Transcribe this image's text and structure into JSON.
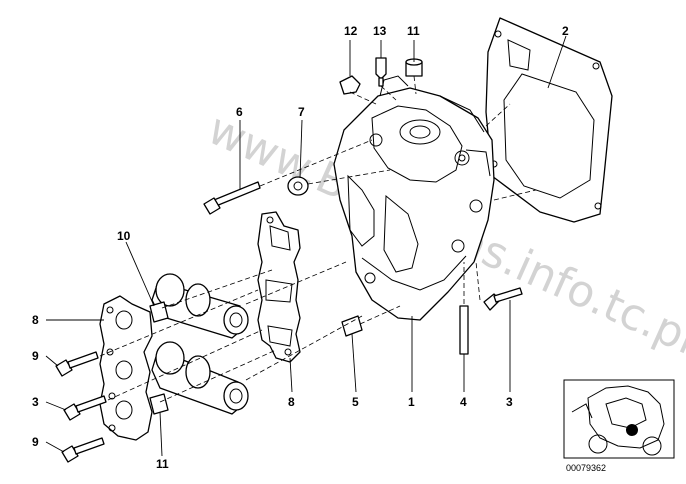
{
  "watermark": "www.BMWfans.info.tc.prt",
  "doc_id": "00079362",
  "callouts": {
    "c12": "12",
    "c13": "13",
    "c11_top": "11",
    "c2": "2",
    "c6": "6",
    "c7": "7",
    "c10": "10",
    "c8_left": "8",
    "c9_upper": "9",
    "c3_left": "3",
    "c9_lower": "9",
    "c11_bottom": "11",
    "c8_right": "8",
    "c5": "5",
    "c1": "1",
    "c4": "4",
    "c3_right": "3"
  }
}
